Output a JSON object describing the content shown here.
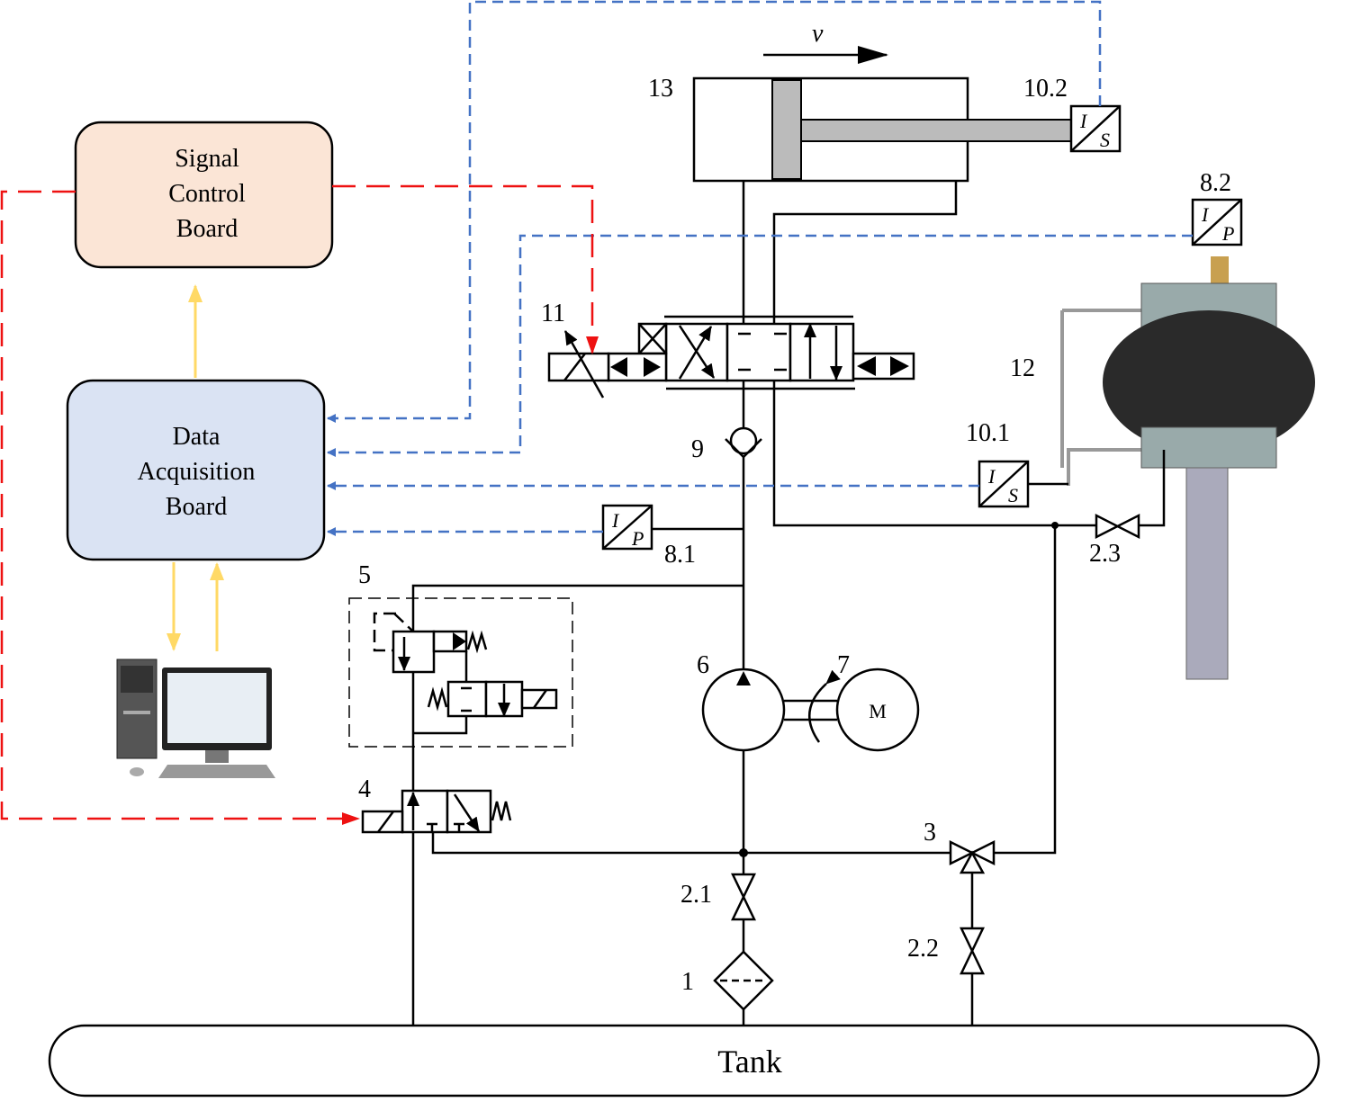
{
  "colors": {
    "signal_board": "#fbe5d6",
    "acq_board": "#dae3f3",
    "sensor_line": "#4472c4",
    "control_line": "#ee1111",
    "data_link": "#ffd966"
  },
  "boards": {
    "signal": [
      "Signal",
      "Control",
      "Board"
    ],
    "acquisition": [
      "Data",
      "Acquisition",
      "Board"
    ]
  },
  "tank": "Tank",
  "velocity": "v",
  "motor": "M",
  "sensors": {
    "s_disp": {
      "top": "I",
      "bottom": "S"
    },
    "p_sens": {
      "top": "I",
      "bottom": "P"
    }
  },
  "labels": {
    "cyl": "13",
    "s102": "10.2",
    "s82": "8.2",
    "v11": "11",
    "spring": "12",
    "s101": "10.1",
    "check": "9",
    "s81": "8.1",
    "v23": "2.3",
    "v5": "5",
    "pump": "6",
    "motor": "7",
    "v4": "4",
    "v3": "3",
    "v21": "2.1",
    "v22": "2.2",
    "filter": "1"
  }
}
